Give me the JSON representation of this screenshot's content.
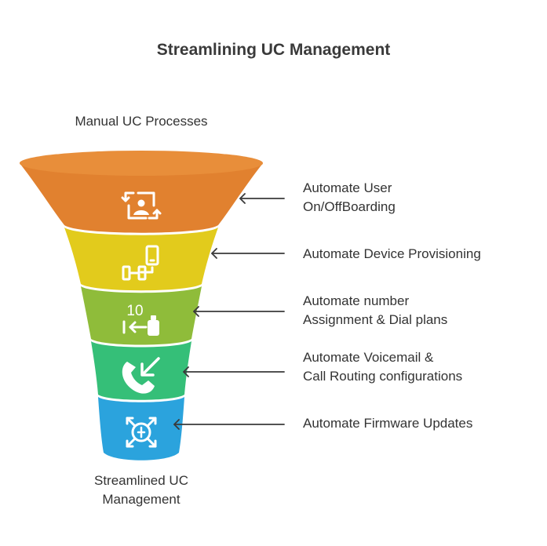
{
  "title": "Streamlining UC Management",
  "top_label": "Manual UC Processes",
  "bottom_label_line1": "Streamlined UC",
  "bottom_label_line2": "Management",
  "stages": [
    {
      "line1": "Automate User",
      "line2": "On/OffBoarding",
      "color": "#E1812F",
      "icon": "user-onboarding-icon"
    },
    {
      "line1": "Automate Device Provisioning",
      "line2": "",
      "color": "#E2CB1C",
      "icon": "device-provisioning-icon"
    },
    {
      "line1": "Automate number",
      "line2": "Assignment & Dial plans",
      "color": "#8FBC3A",
      "icon": "number-assignment-icon",
      "icon_text": "10"
    },
    {
      "line1": "Automate Voicemail &",
      "line2": "Call Routing configurations",
      "color": "#35BF78",
      "icon": "voicemail-routing-icon"
    },
    {
      "line1": "Automate Firmware Updates",
      "line2": "",
      "color": "#2BA3DD",
      "icon": "firmware-update-icon"
    }
  ]
}
